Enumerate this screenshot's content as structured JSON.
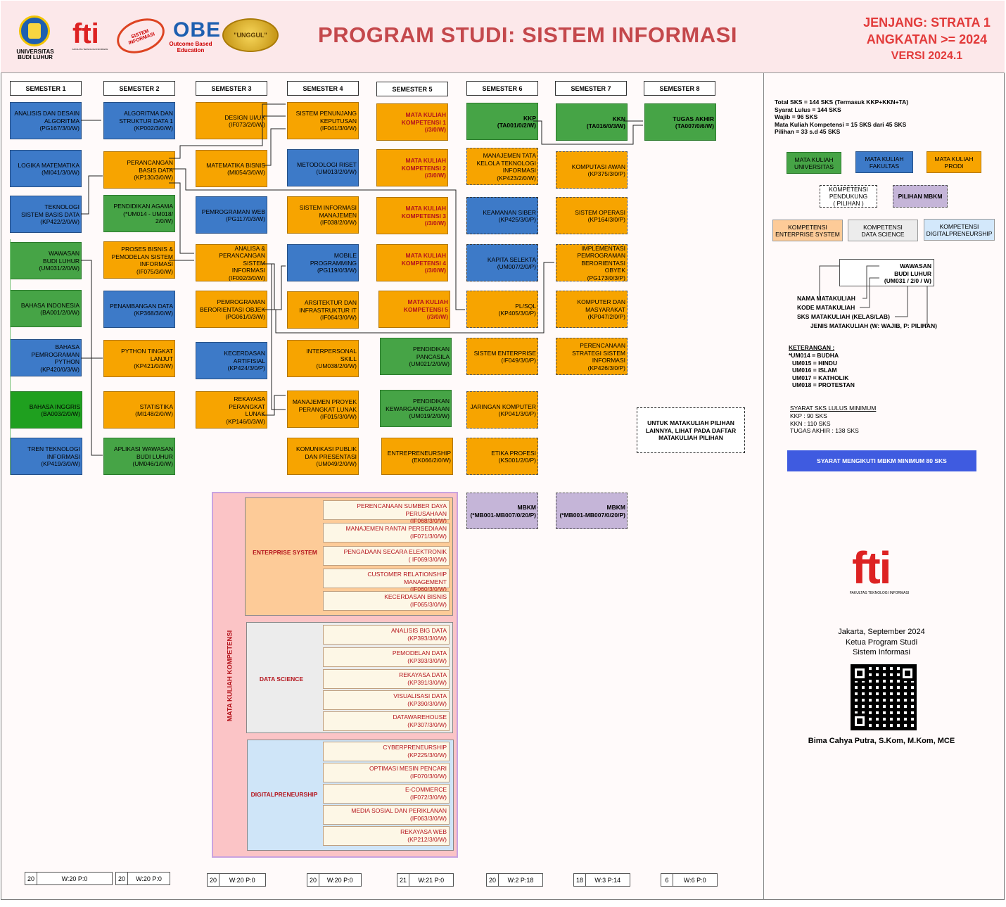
{
  "header": {
    "title": "PROGRAM STUDI: SISTEM INFORMASI",
    "jenjang": "JENJANG: STRATA 1",
    "angkatan": "ANGKATAN >= 2024",
    "versi": "VERSI 2024.1",
    "ubl": "UNIVERSITAS\nBUDI LUHUR",
    "fti_small": "FAKULTAS TEKNOLOGI INFORMASI",
    "si_logo": "SISTEM INFORMASI",
    "obe": "OBE",
    "obe_sub": "Outcome Based\nEducation",
    "unggul": "\"UNGGUL\""
  },
  "semesters": [
    "SEMESTER 1",
    "SEMESTER 2",
    "SEMESTER 3",
    "SEMESTER 4",
    "SEMESTER 5",
    "SEMESTER 6",
    "SEMESTER 7",
    "SEMESTER 8"
  ],
  "courses": [
    {
      "t": "ANALISIS DAN DESAIN\nALGORITMA\n(PG167/3/0/W)",
      "k": "F"
    },
    {
      "t": "LOGIKA MATEMATIKA\n(MI041/3/0/W)",
      "k": "F"
    },
    {
      "t": "TEKNOLOGI\nSISTEM BASIS DATA\n(KP422/2/0/W)",
      "k": "F"
    },
    {
      "t": "WAWASAN\nBUDI LUHUR\n(UM031/2/0/W)",
      "k": "U"
    },
    {
      "t": "BAHASA INDONESIA\n(BA001/2/0/W)",
      "k": "U"
    },
    {
      "t": "BAHASA\nPEMROGRAMAN PYTHON\n(KP420/0/3/W)",
      "k": "F"
    },
    {
      "t": "BAHASA INGGRIS\n(BA003/2/0/W)",
      "k": "U"
    },
    {
      "t": "TREN TEKNOLOGI\nINFORMASI\n(KP419/3/0/W)",
      "k": "F"
    },
    {
      "t": "ALGORITMA DAN\nSTRUKTUR DATA 1\n(KP002/3/0/W)",
      "k": "F"
    },
    {
      "t": "PERANCANGAN\nBASIS DATA\n(KP130/3/0/W)",
      "k": "P"
    },
    {
      "t": "PENDIDIKAN AGAMA\n(*UM014 - UM018/\n2/0/W)",
      "k": "U"
    },
    {
      "t": "PROSES BISNIS &\nPEMODELAN SISTEM\nINFORMASI\n(IF075/3/0/W)",
      "k": "P"
    },
    {
      "t": "PENAMBANGAN DATA\n(KP368/3/0/W)",
      "k": "F"
    },
    {
      "t": "PYTHON TINGKAT\nLANJUT\n(KP421/0/3/W)",
      "k": "P"
    },
    {
      "t": "STATISTIKA\n(MI148/2/0/W)",
      "k": "P"
    },
    {
      "t": "APLIKASI WAWASAN\nBUDI LUHUR\n(UM046/1/0/W)",
      "k": "U"
    },
    {
      "t": "DESIGN UI/UX\n(IF073/2/0/W)",
      "k": "P"
    },
    {
      "t": "MATEMATIKA BISNIS\n(MI054/3/0/W)",
      "k": "P"
    },
    {
      "t": "PEMROGRAMAN WEB\n(PG117/0/3/W)",
      "k": "F"
    },
    {
      "t": "ANALISA &\nPERANCANGAN SISTEM\nINFORMASI\n(IF002/3/0/W)",
      "k": "P"
    },
    {
      "t": "PEMROGRAMAN\nBERORIENTASI OBJEK\n(PG061/0/3/W)",
      "k": "P"
    },
    {
      "t": "KECERDASAN\nARTIFISIAL\n(KP424/3/0/P)",
      "k": "F"
    },
    {
      "t": "REKAYASA PERANGKAT\nLUNAK\n(KP146/0/3/W)",
      "k": "P"
    },
    {
      "t": "SISTEM PENUNJANG\nKEPUTUSAN\n(IF041/3/0/W)",
      "k": "P"
    },
    {
      "t": "METODOLOGI RISET\n(UM013/2/0/W)",
      "k": "F"
    },
    {
      "t": "SISTEM INFORMASI\nMANAJEMEN\n(IF038/2/0/W)",
      "k": "P"
    },
    {
      "t": "MOBILE\nPROGRAMMING\n(PG119/0/3/W)",
      "k": "F"
    },
    {
      "t": "ARSITEKTUR DAN\nINFRASTRUKTUR IT\n(IF064/3/0/W)",
      "k": "P"
    },
    {
      "t": "INTERPERSONAL SKILL\n(UM038/2/0/W)",
      "k": "P"
    },
    {
      "t": "MANAJEMEN PROYEK\nPERANGKAT LUNAK\n(IF015/3/0/W)",
      "k": "P"
    },
    {
      "t": "KOMUNIKASI PUBLIK\nDAN PRESENTASI\n(UM049/2/0/W)",
      "k": "P"
    },
    {
      "t": "MATA KULIAH\nKOMPETENSI 1\n(/3/0/W)",
      "k": "PK"
    },
    {
      "t": "MATA KULIAH\nKOMPETENSI 2\n(/3/0/W)",
      "k": "PK"
    },
    {
      "t": "MATA KULIAH\nKOMPETENSI 3\n(/3/0/W)",
      "k": "PK"
    },
    {
      "t": "MATA KULIAH\nKOMPETENSI 4\n(/3/0/W)",
      "k": "PK"
    },
    {
      "t": "MATA KULIAH\nKOMPETENSI 5\n(/3/0/W)",
      "k": "PK"
    },
    {
      "t": "PENDIDIKAN\nPANCASILA\n(UM021/2/0/W)",
      "k": "U"
    },
    {
      "t": "PENDIDIKAN\nKEWARGANEGARAAN\n(UM019/2/0/W)",
      "k": "U"
    },
    {
      "t": "ENTREPRENEURSHIP\n(EK066/2/0/W)",
      "k": "P"
    },
    {
      "t": "KKP\n(TA001/0/2/W)",
      "k": "UB"
    },
    {
      "t": "MANAJEMEN TATA\nKELOLA TEKNOLOGI\nINFORMASI\n(KP423/2/0/W)",
      "k": "PD"
    },
    {
      "t": "KEAMANAN SIBER\n(KP425/3/0/P)",
      "k": "FD"
    },
    {
      "t": "KAPITA SELEKTA\n(UM007/2/0/P)",
      "k": "FD"
    },
    {
      "t": "PL/SQL\n(KP405/3/0/P)",
      "k": "PD"
    },
    {
      "t": "SISTEM ENTERPRISE\n(IF049/3/0/P)",
      "k": "PD"
    },
    {
      "t": "JARINGAN KOMPUTER\n(KP041/3/0/P)",
      "k": "PD"
    },
    {
      "t": "ETIKA PROFESI\n(KS001/2/0/P)",
      "k": "PD"
    },
    {
      "t": "MBKM\n(*MB001-MB007/0/20/P)",
      "k": "MD"
    },
    {
      "t": "KKN\n(TA016/0/3/W)",
      "k": "UB"
    },
    {
      "t": "KOMPUTASI AWAN\n(KP375/3/0/P)",
      "k": "PD"
    },
    {
      "t": "SISTEM OPERASI\n(KP164/3/0/P)",
      "k": "PD"
    },
    {
      "t": "IMPLEMENTASI\nPEMROGRAMAN\nBERORIENTASI OBYEK\n(PG173/0/3/P)",
      "k": "PD"
    },
    {
      "t": "KOMPUTER DAN\nMASYARAKAT\n(KP047/2/0/P)",
      "k": "PD"
    },
    {
      "t": "PERENCANAAN\nSTRATEGI SISTEM\nINFORMASI\n(KP426/3/0/P)",
      "k": "PD"
    },
    {
      "t": "MBKM\n(*MB001-MB007/0/20/P)",
      "k": "MD"
    },
    {
      "t": "TUGAS AKHIR\n(TA007/0/6/W)",
      "k": "UB"
    }
  ],
  "sks_footer": [
    {
      "n": "20",
      "w": "W:20  P:0"
    },
    {
      "n": "20",
      "w": "W:20  P:0"
    },
    {
      "n": "20",
      "w": "W:20  P:0"
    },
    {
      "n": "20",
      "w": "W:20  P:0"
    },
    {
      "n": "21",
      "w": "W:21    P:0"
    },
    {
      "n": "20",
      "w": "W:2     P:18"
    },
    {
      "n": "18",
      "w": "W:3    P:14"
    },
    {
      "n": "6",
      "w": "W:6  P:0"
    }
  ],
  "kompetensi": {
    "vertical": "MATA KULIAH KOMPETENSI",
    "groups": [
      {
        "name": "ENTERPRISE SYSTEM",
        "items": [
          "PERENCANAAN SUMBER DAYA PERUSAHAAN\n(IF068/3/0/W)",
          "MANAJEMEN RANTAI PERSEDIAAN\n(IF071/3/0/W)",
          "PENGADAAN SECARA ELEKTRONIK\n( IF069/3/0/W)",
          "CUSTOMER RELATIONSHIP MANAGEMENT\n(IF060/3/0/W)",
          "KECERDASAN BISNIS\n(IF065/3/0/W)"
        ]
      },
      {
        "name": "DATA SCIENCE",
        "items": [
          "ANALISIS BIG DATA\n(KP393/3/0/W)",
          "PEMODELAN DATA\n(KP393/3/0/W)",
          "REKAYASA DATA\n(KP391/3/0/W)",
          "VISUALISASI DATA\n(KP390/3/0/W)",
          "DATAWAREHOUSE\n(KP307/3/0/W)"
        ]
      },
      {
        "name": "DIGITALPRENEURSHIP",
        "items": [
          "CYBERPRENEURSHIP\n(KP225/3/0/W)",
          "OPTIMASI MESIN PENCARI\n(IF070/3/0/W)",
          "E-COMMERCE\n(IF072/3/0/W)",
          "MEDIA SOSIAL DAN PERIKLANAN\n(IF063/3/0/W)",
          "REKAYASA WEB\n(KP212/3/0/W)"
        ]
      }
    ]
  },
  "right": {
    "summary": [
      "Total SKS = 144 SKS (Termasuk KKP+KKN+TA)",
      "Syarat Lulus = 144 SKS",
      "Wajib = 96 SKS",
      "Mata Kuliah Kompetensi = 15 SKS dari 45 SKS",
      "Pilihan = 33 s.d 45 SKS"
    ],
    "legend": {
      "univ": "MATA KULIAH\nUNIVERSITAS",
      "fak": "MATA KULIAH\nFAKULTAS",
      "prodi": "MATA KULIAH\nPRODI",
      "pendukung": "KOMPETENSI\nPENDUKUNG\n( PILIHAN )",
      "mbkm": "PILIHAN MBKM",
      "es": "KOMPETENSI\nENTERPRISE SYSTEM",
      "ds": "KOMPETENSI\nDATA SCIENCE",
      "dp": "KOMPETENSI\nDIGITALPRENEURSHIP"
    },
    "sample": "WAWASAN\nBUDI LUHUR\n(UM031 / 2/0 / W)",
    "sample_labels": [
      "NAMA MATAKULIAH",
      "KODE MATAKULIAH",
      "SKS MATAKULIAH (KELAS/LAB)",
      "JENIS MATAKULIAH (W: WAJIB, P: PILIHAN)"
    ],
    "keterangan_title": "KETERANGAN :",
    "keterangan": [
      "*UM014 = BUDHA",
      "UM015 = HINDU",
      "UM016 = ISLAM",
      "UM017 = KATHOLIK",
      "UM018 = PROTESTAN"
    ],
    "syarat_title": "SYARAT SKS LULUS MINIMUM",
    "syarat": [
      "KKP : 90 SKS",
      "KKN : 110 SKS",
      "TUGAS AKHIR : 138 SKS"
    ],
    "pilihan_note": "UNTUK MATAKULIAH PILIHAN\nLAINNYA, LIHAT PADA DAFTAR\nMATAKULIAH PILIHAN",
    "mbkm_bar": "SYARAT MENGIKUTI MBKM MINIMUM 80 SKS",
    "fti_logo_small": "FAKULTAS TEKNOLOGI INFORMASI",
    "signature": [
      "Jakarta, September 2024",
      "Ketua Program Studi",
      "Sistem Informasi"
    ],
    "signer": "Bima Cahya Putra, S.Kom, M.Kom, MCE"
  }
}
